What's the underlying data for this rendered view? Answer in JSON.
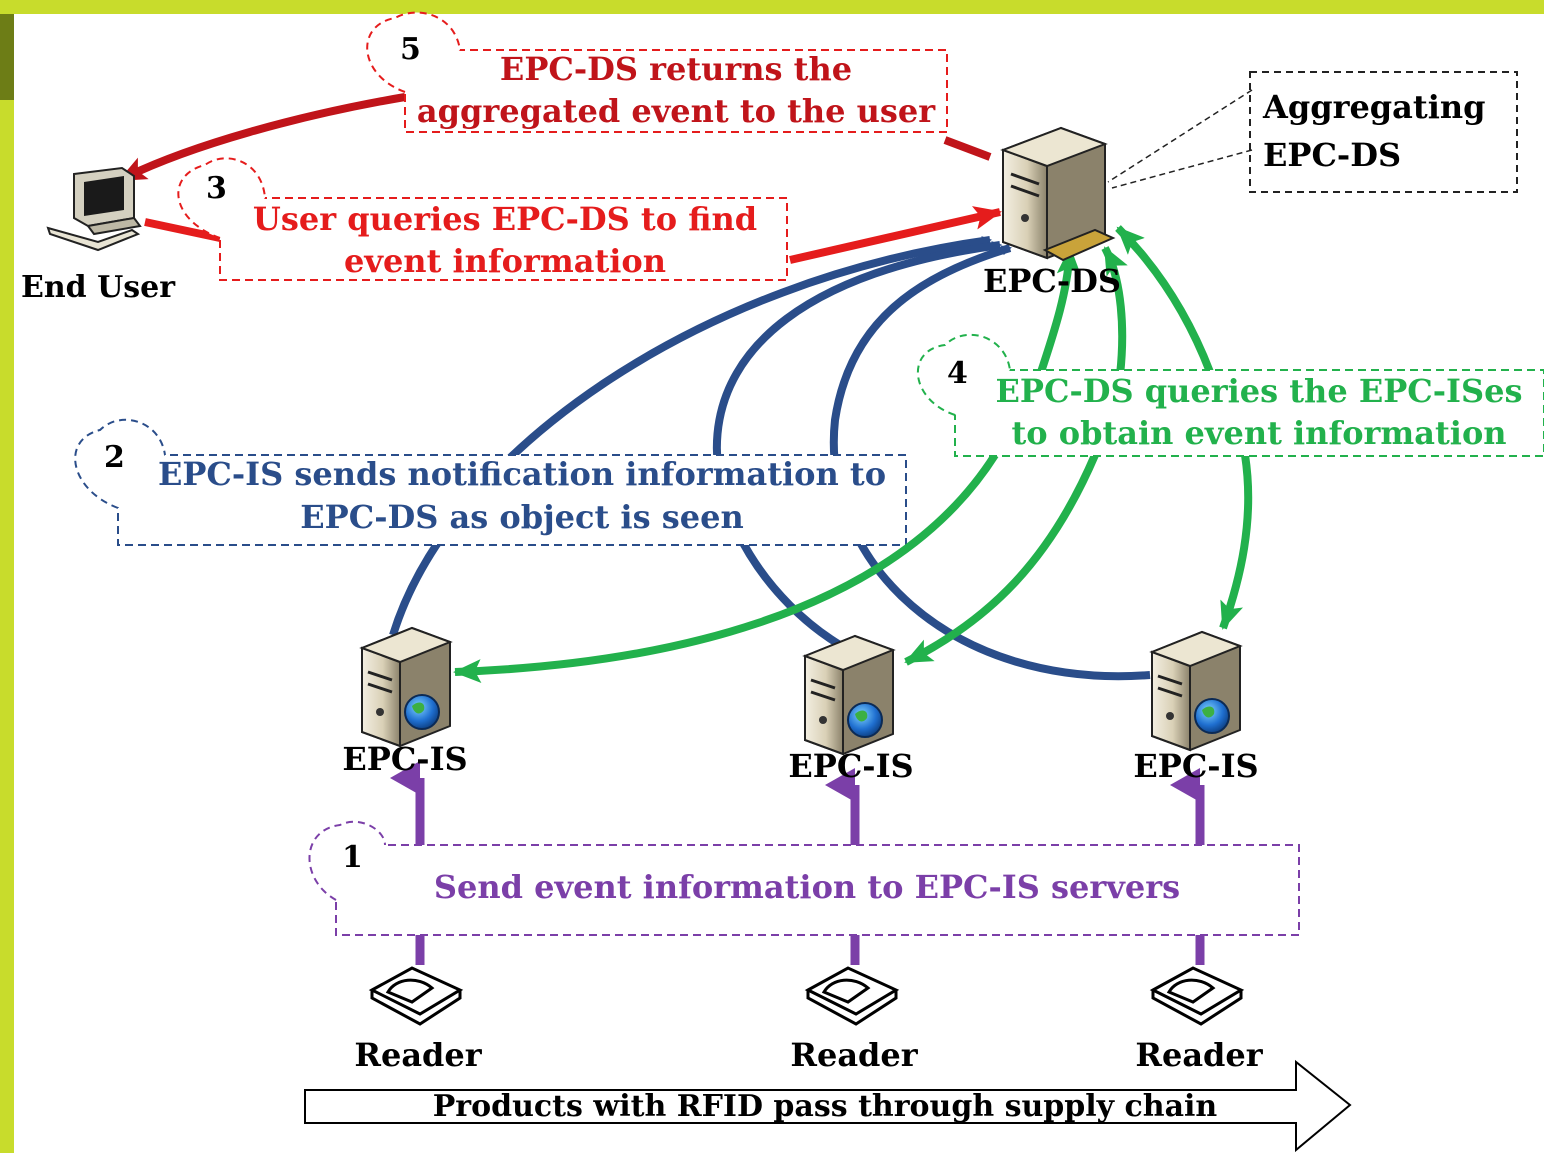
{
  "steps": {
    "s1": {
      "num": "1",
      "text": "Send event information to EPC-IS servers",
      "color": "#7b3fa8"
    },
    "s2": {
      "num": "2",
      "line1": "EPC-IS sends notification information to",
      "line2": "EPC-DS as object is seen",
      "color": "#2a4d8a"
    },
    "s3": {
      "num": "3",
      "line1": "User queries EPC-DS to find",
      "line2": "event information",
      "color": "#e51c1c"
    },
    "s4": {
      "num": "4",
      "line1": "EPC-DS queries the EPC-ISes",
      "line2": "to obtain event information",
      "color": "#22b14c"
    },
    "s5": {
      "num": "5",
      "line1": "EPC-DS returns the",
      "line2": "aggregated event to the user",
      "color": "#c0141a"
    }
  },
  "labels": {
    "end_user": "End User",
    "epc_ds": "EPC-DS",
    "aggregating_line1": "Aggregating",
    "aggregating_line2": "EPC-DS",
    "epc_is": "EPC-IS",
    "reader": "Reader",
    "supply_chain": "Products with RFID pass through supply chain"
  },
  "icons": {
    "end_user": "desktop-computer-icon",
    "epc_ds": "server-icon",
    "epc_is": "web-server-icon",
    "reader": "rfid-reader-icon"
  },
  "colors": {
    "accent_bar": "#c8dc2c",
    "accent_bar_dark": "#6d7d16",
    "notify_blue": "#2a4d8a",
    "query_green": "#22b14c",
    "user_red": "#e51c1c",
    "return_red": "#c0141a",
    "event_purple": "#7b3fa8"
  }
}
